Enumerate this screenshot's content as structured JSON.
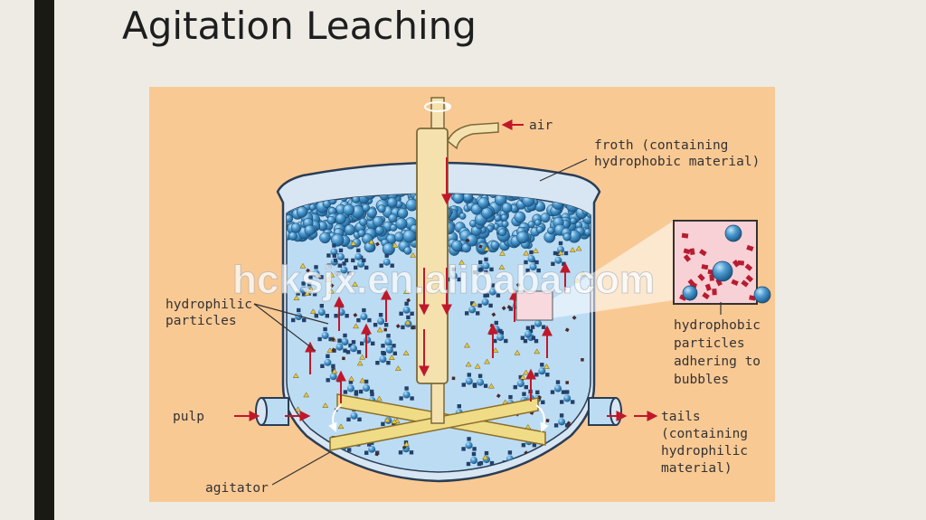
{
  "slide": {
    "title": "Agitation Leaching"
  },
  "figure": {
    "labels": {
      "air": "air",
      "froth_1": "froth (containing",
      "froth_2": "hydrophobic material)",
      "hydrophilic_1": "hydrophilic",
      "hydrophilic_2": "particles",
      "hydrophobic_1": "hydrophobic",
      "hydrophobic_2": "particles",
      "hydrophobic_3": "adhering to",
      "hydrophobic_4": "bubbles",
      "pulp": "pulp",
      "tails_1": "tails",
      "tails_2": "(containing",
      "tails_3": "hydrophilic",
      "tails_4": "material)",
      "agitator": "agitator"
    },
    "watermark": "hcksjx.en.alibaba.com"
  },
  "colors": {
    "background": "#f9c994",
    "liquid": "#bcdcf3",
    "tank_wall": "#d7e6f2",
    "bubble": "#3f8ec2",
    "shaft": "#f5e1ad",
    "blade": "#f0dc87",
    "arrow": "#c0182a",
    "hydrophobic_particle": "#b81c30",
    "hydrophilic_particle": "#e8c63c"
  }
}
